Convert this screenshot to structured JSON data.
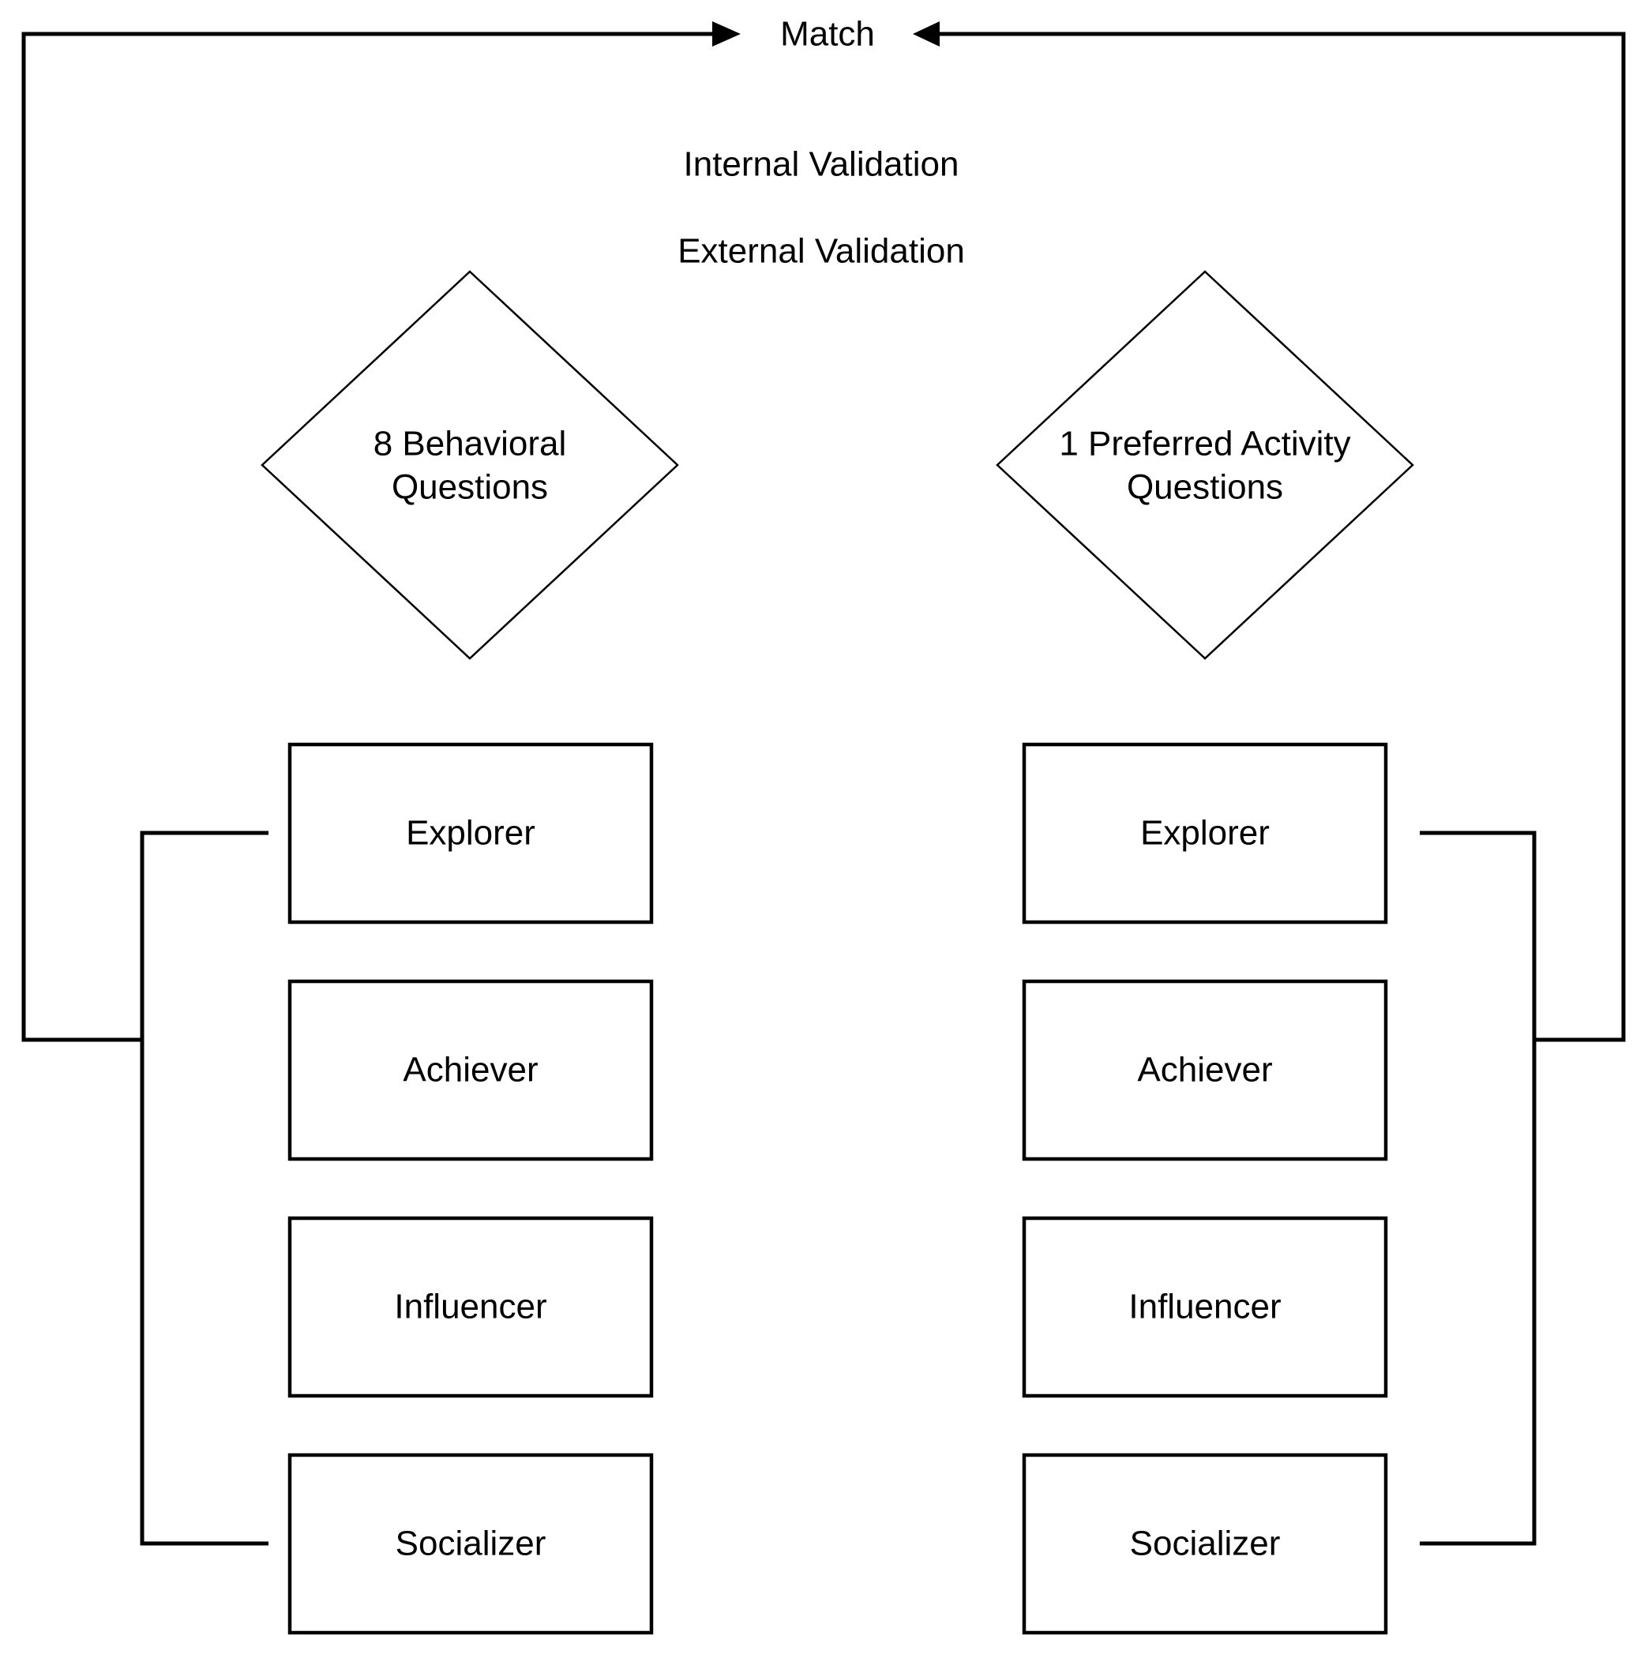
{
  "labels": {
    "match": "Match",
    "internal_validation": "Internal Validation",
    "external_validation": "External Validation"
  },
  "diamonds": {
    "left": {
      "line1": "8 Behavioral",
      "line2": "Questions"
    },
    "right": {
      "line1": "1 Preferred Activity",
      "line2": "Questions"
    }
  },
  "left_boxes": [
    "Explorer",
    "Achiever",
    "Influencer",
    "Socializer"
  ],
  "right_boxes": [
    "Explorer",
    "Achiever",
    "Influencer",
    "Socializer"
  ],
  "colors": {
    "stroke": "#000000",
    "background": "#ffffff",
    "text": "#000000"
  }
}
